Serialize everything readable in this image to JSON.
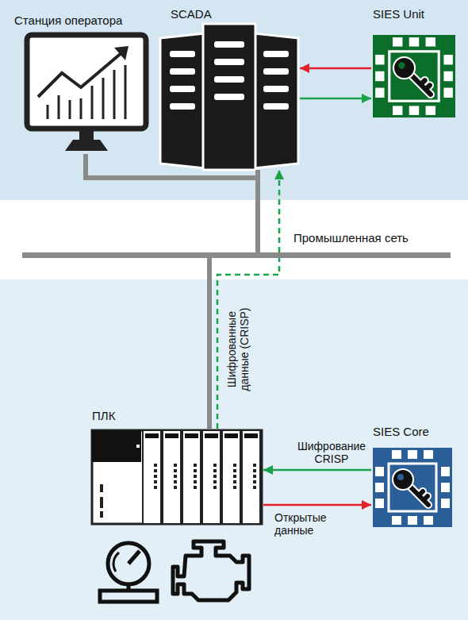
{
  "diagram": {
    "nodes": [
      {
        "text": [
          "Станция оператора"
        ]
      },
      {
        "text": [
          "SCADA"
        ]
      },
      {
        "text": [
          "SIES Unit"
        ]
      },
      {
        "text": [
          "Промышленная сеть"
        ]
      },
      {
        "text": [
          "ПЛК"
        ]
      },
      {
        "text": [
          "SIES Core"
        ]
      }
    ],
    "edges": [
      {
        "from": 0,
        "to": 1,
        "arrow": "none"
      },
      {
        "from": 2,
        "to": 1,
        "arrow": "to"
      },
      {
        "from": 1,
        "to": 2,
        "arrow": "to"
      },
      {
        "from": 1,
        "to": 3,
        "arrow": "none"
      },
      {
        "from": 4,
        "to": 3,
        "arrow": "none"
      },
      {
        "from": 4,
        "to": 1,
        "label": "Шифрованные данные (CRISP)",
        "arrow": "to"
      },
      {
        "from": 5,
        "to": 4,
        "label": "Шифрование CRISP",
        "arrow": "to"
      },
      {
        "from": 4,
        "to": 5,
        "label": "Открытые данные",
        "arrow": "to"
      }
    ]
  }
}
